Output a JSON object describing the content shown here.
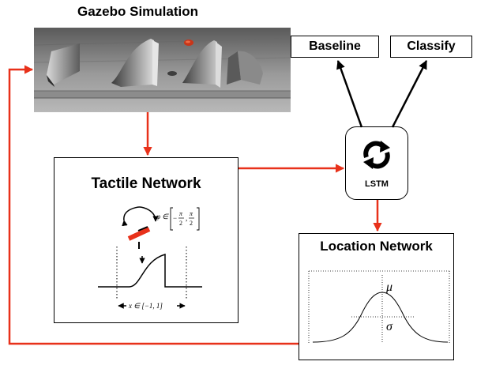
{
  "gazebo": {
    "title": "Gazebo Simulation"
  },
  "baseline": {
    "label": "Baseline"
  },
  "classify": {
    "label": "Classify"
  },
  "lstm": {
    "label": "LSTM"
  },
  "tactile": {
    "title": "Tactile Network",
    "phi_label": "φ ∈",
    "phi_numerators": [
      "π",
      "π"
    ],
    "phi_denominators": [
      "2",
      "2"
    ],
    "phi_signs": [
      "−",
      ","
    ],
    "x_label": "x ∈ [−1, 1]"
  },
  "location": {
    "title": "Location Network",
    "mu": "μ",
    "sigma": "σ"
  },
  "colors": {
    "arrow_red": "#e8311a",
    "arrow_black": "#000000"
  }
}
